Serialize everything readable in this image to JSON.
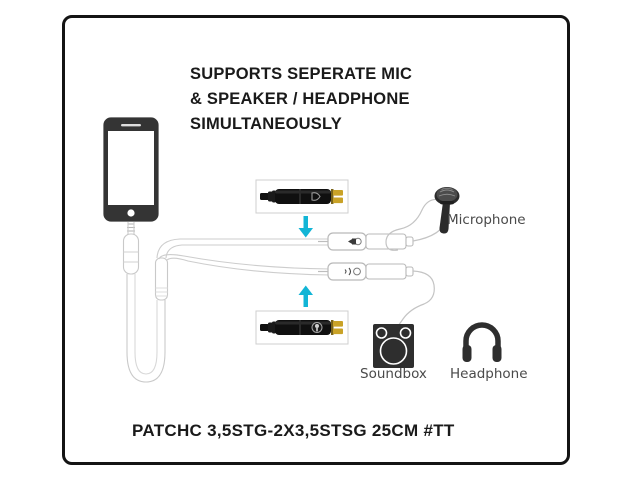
{
  "frame": {
    "border_color": "#141414"
  },
  "headline": {
    "text": "SUPPORTS SEPERATE MIC\n& SPEAKER / HEADPHONE\nSIMULTANEOUSLY"
  },
  "caption": {
    "text": "PATCHC 3,5STG-2X3,5STSG 25CM #TT"
  },
  "labels": {
    "microphone": "Microphone",
    "soundbox": "Soundbox",
    "headphone": "Headphone"
  },
  "devices": {
    "phone": "smartphone",
    "mic_icon": "microphone-icon",
    "speaker_icon": "soundbox-icon",
    "headphone_icon": "headphone-icon"
  },
  "product_photos": [
    {
      "id": "upper",
      "description": "3.5mm female jack adapter, black barrel with gold contacts"
    },
    {
      "id": "lower",
      "description": "3.5mm female jack adapter, black barrel with gold contacts"
    }
  ],
  "arrows": [
    {
      "id": "upper-arrow",
      "direction": "down",
      "color": "#12b5d6"
    },
    {
      "id": "lower-arrow",
      "direction": "up",
      "color": "#12b5d6"
    }
  ],
  "colors": {
    "accent": "#12b5d6",
    "ink": "#1a1a1a",
    "label_gray": "#4a4a4a",
    "cable_outline": "#c9c9c9",
    "device_dark": "#333333",
    "gold": "#c9a227"
  }
}
